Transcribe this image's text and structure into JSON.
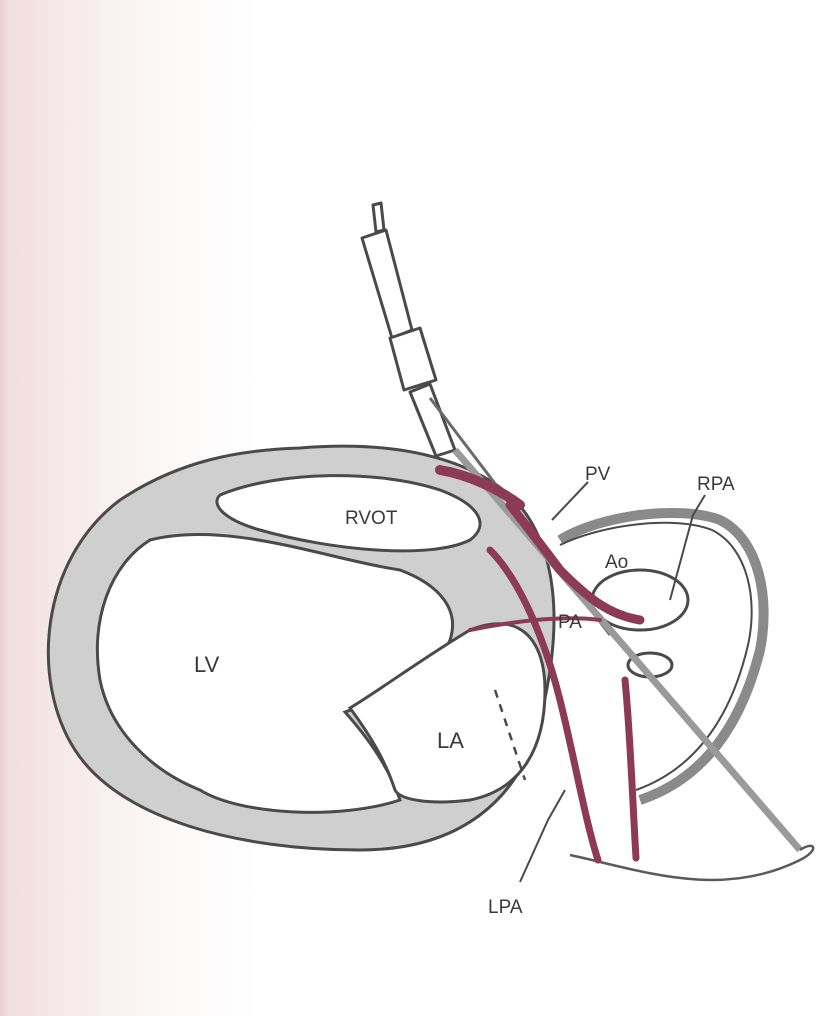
{
  "diagram": {
    "labels": {
      "lv": "LV",
      "la": "LA",
      "rvot": "RVOT",
      "pv": "PV",
      "rpa": "RPA",
      "ao": "Ao",
      "lpa": "LPA",
      "pa": "PA"
    },
    "colors": {
      "myocardium": "#cfcfcf",
      "outline": "#4a4a4a",
      "catheter": "#8c3a55",
      "paper": "#ffffff"
    }
  }
}
